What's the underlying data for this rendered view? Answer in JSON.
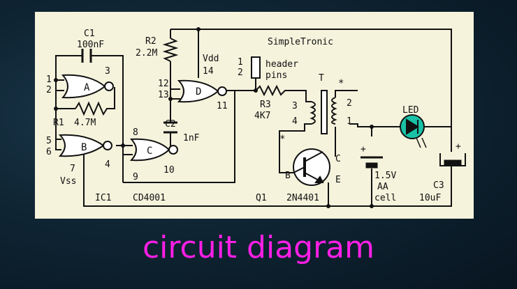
{
  "caption": "circuit diagram",
  "colors": {
    "background": "#0f2534",
    "panel": "#f5f3dc",
    "caption": "#ff1fe6",
    "led": "#19c2a6",
    "wire": "#111111"
  },
  "brand": "SimpleTronic",
  "components": {
    "c1": {
      "name": "C1",
      "value": "100nF"
    },
    "r2": {
      "name": "R2",
      "value": "2.2M"
    },
    "r1": {
      "name": "R1",
      "value": "4.7M"
    },
    "c2": {
      "name": "C2",
      "value": "1nF"
    },
    "r3": {
      "name": "R3",
      "value": "4K7"
    },
    "transformer": "T",
    "led": "LED",
    "c3": {
      "name": "C3",
      "value": "10uF"
    },
    "q1": {
      "name": "Q1",
      "value": "2N4401"
    },
    "ic1": {
      "name": "IC1",
      "value": "CD4001"
    },
    "battery": {
      "volts": "1.5V",
      "type": "AA",
      "kind": "cell"
    }
  },
  "power": {
    "vdd": "Vdd",
    "vss": "Vss"
  },
  "header": {
    "line1": "header",
    "line2": "pins"
  },
  "gates": {
    "a": "A",
    "b": "B",
    "c": "C",
    "d": "D"
  },
  "pins": {
    "a_in1": "1",
    "a_in2": "2",
    "a_out": "3",
    "b_in1": "5",
    "b_in2": "6",
    "vss_pin": "7",
    "b_out": "4",
    "c_in1": "8",
    "c_in2": "9",
    "c_out": "10",
    "d_in1": "12",
    "d_in2": "13",
    "vdd_pin": "14",
    "d_out": "11",
    "hdr1": "1",
    "hdr2": "2",
    "t_pri1": "3",
    "t_pri2": "4",
    "t_sec1": "2",
    "t_sec2": "1"
  },
  "transistor_pins": {
    "base": "B",
    "collector": "C",
    "emitter": "E"
  },
  "marks": {
    "star": "*",
    "plus": "+"
  }
}
